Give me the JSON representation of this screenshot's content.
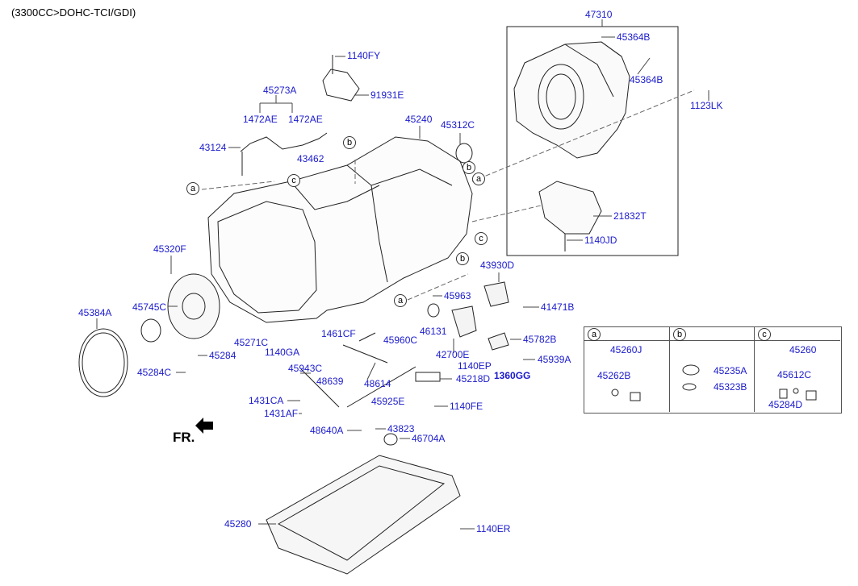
{
  "header": "(3300CC>DOHC-TCI/GDI)",
  "front_marker": "FR.",
  "labels": {
    "p47310": "47310",
    "p45364B_1": "45364B",
    "p45364B_2": "45364B",
    "p1123LK": "1123LK",
    "p21832T": "21832T",
    "p1140JD": "1140JD",
    "p1140FY": "1140FY",
    "p91931E": "91931E",
    "p45273A": "45273A",
    "p1472AE_1": "1472AE",
    "p1472AE_2": "1472AE",
    "p43124": "43124",
    "p43462": "43462",
    "p45240": "45240",
    "p45312C": "45312C",
    "p45320F": "45320F",
    "p45745C": "45745C",
    "p45384A": "45384A",
    "p45271C": "45271C",
    "p1140GA": "1140GA",
    "p45284": "45284",
    "p45284C": "45284C",
    "p1461CF": "1461CF",
    "p45960C": "45960C",
    "p45943C": "45943C",
    "p48639": "48639",
    "p48614": "48614",
    "p43930D": "43930D",
    "p45963": "45963",
    "p41471B": "41471B",
    "p46131": "46131",
    "p42700E": "42700E",
    "p45782B": "45782B",
    "p1140EP": "1140EP",
    "p1360GG": "1360GG",
    "p45939A": "45939A",
    "p45218D": "45218D",
    "p45925E": "45925E",
    "p1140FE": "1140FE",
    "p1431CA": "1431CA",
    "p1431AF": "1431AF",
    "p48640A": "48640A",
    "p43823": "43823",
    "p46704A": "46704A",
    "p45280": "45280",
    "p1140ER": "1140ER"
  },
  "legend": {
    "a": {
      "letter": "a",
      "group": "45260J",
      "parts": [
        "45262B"
      ]
    },
    "b": {
      "letter": "b",
      "parts": [
        "45235A",
        "45323B"
      ]
    },
    "c": {
      "letter": "c",
      "group": "45260",
      "parts": [
        "45612C",
        "45284D"
      ]
    }
  },
  "callouts": {
    "a": "a",
    "b": "b",
    "c": "c"
  }
}
